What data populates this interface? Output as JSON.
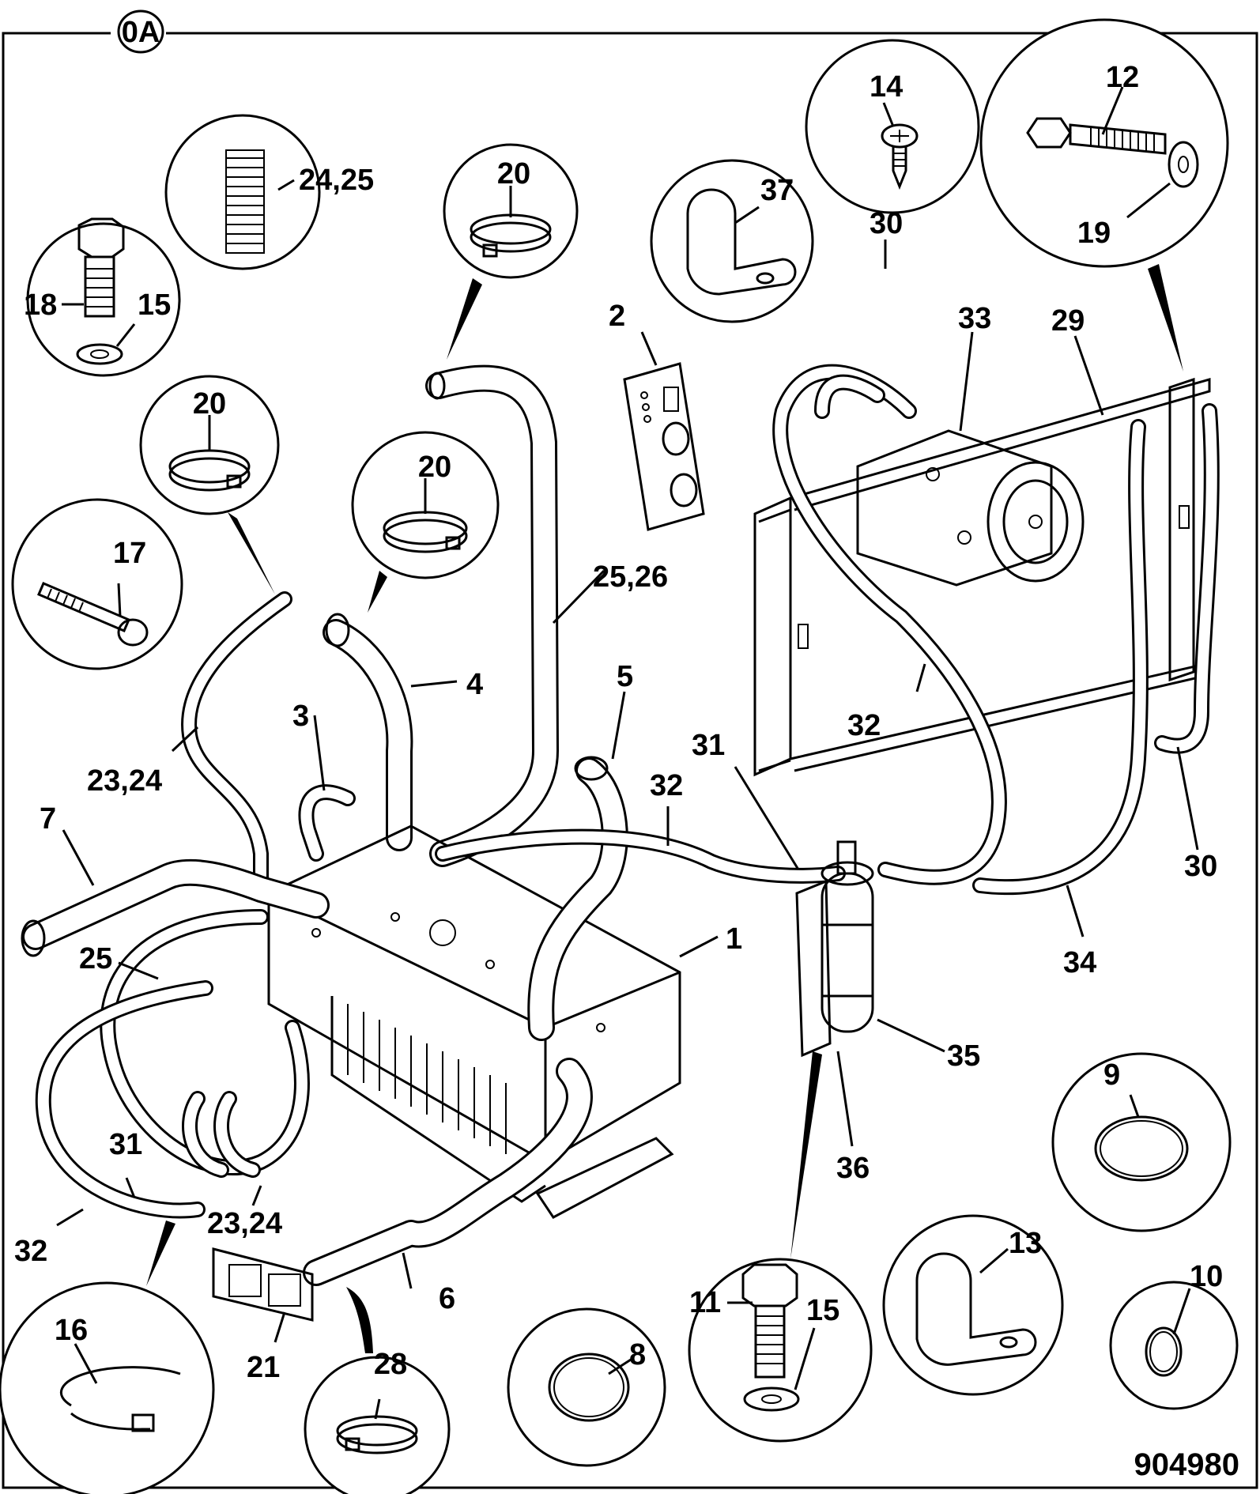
{
  "sheet": {
    "tag": "0A",
    "figure_number": "904980"
  },
  "callouts": {
    "c1": "1",
    "c2": "2",
    "c3": "3",
    "c4": "4",
    "c5": "5",
    "c6": "6",
    "c7": "7",
    "c8": "8",
    "c9": "9",
    "c10": "10",
    "c11": "11",
    "c12": "12",
    "c13": "13",
    "c14": "14",
    "c15a": "15",
    "c15b": "15",
    "c16": "16",
    "c17": "17",
    "c18": "18",
    "c19": "19",
    "c20a": "20",
    "c20b": "20",
    "c20c": "20",
    "c21": "21",
    "c23_24a": "23,24",
    "c23_24b": "23,24",
    "c24_25": "24,25",
    "c25": "25",
    "c25_26": "25,26",
    "c28": "28",
    "c29": "29",
    "c30a": "30",
    "c30b": "30",
    "c31a": "31",
    "c31b": "31",
    "c32a": "32",
    "c32b": "32",
    "c32c": "32",
    "c33": "33",
    "c34": "34",
    "c35": "35",
    "c36": "36",
    "c37": "37"
  }
}
